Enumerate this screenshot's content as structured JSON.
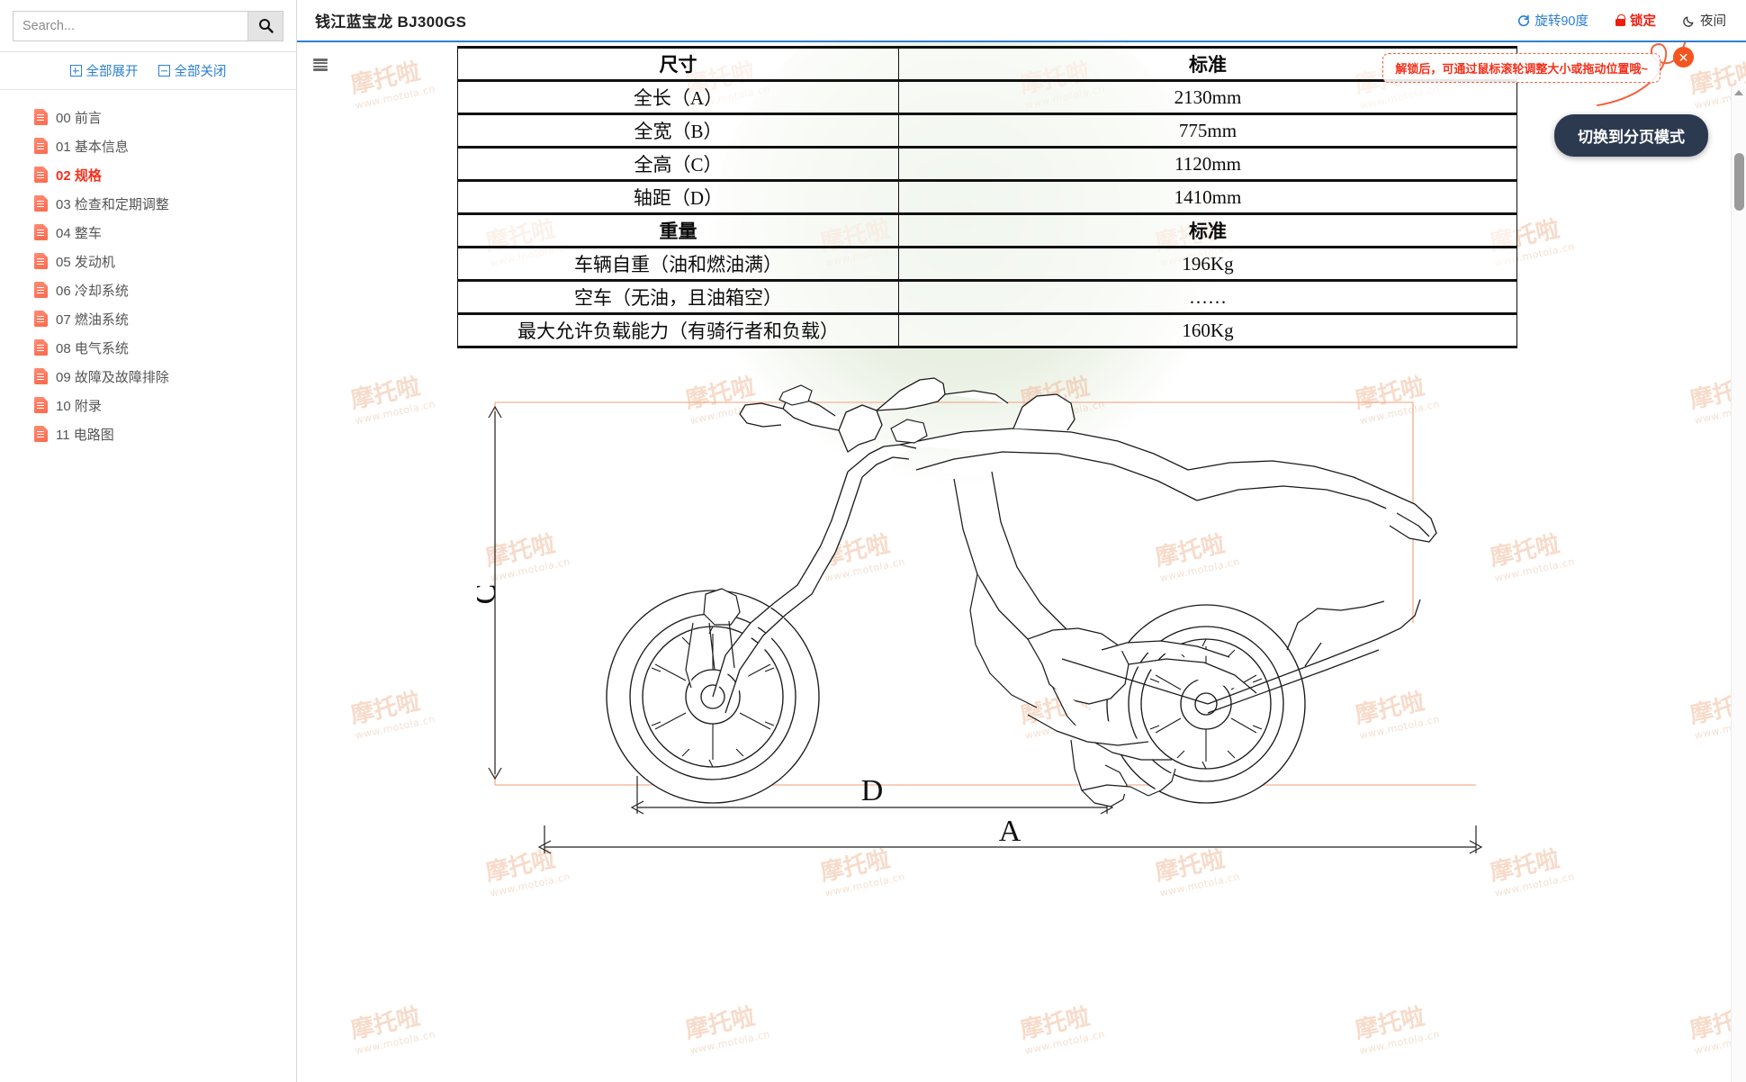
{
  "sidebar": {
    "search": {
      "placeholder": "Search...",
      "value": "",
      "icon": "search-icon"
    },
    "expand_all": {
      "label": "全部展开",
      "icon": "plus-box-icon"
    },
    "collapse_all": {
      "label": "全部关闭",
      "icon": "minus-box-icon"
    },
    "items": [
      {
        "label": "00 前言",
        "active": false
      },
      {
        "label": "01 基本信息",
        "active": false
      },
      {
        "label": "02 规格",
        "active": true
      },
      {
        "label": "03 检查和定期调整",
        "active": false
      },
      {
        "label": "04 整车",
        "active": false
      },
      {
        "label": "05 发动机",
        "active": false
      },
      {
        "label": "06 冷却系统",
        "active": false
      },
      {
        "label": "07 燃油系统",
        "active": false
      },
      {
        "label": "08 电气系统",
        "active": false
      },
      {
        "label": "09 故障及故障排除",
        "active": false
      },
      {
        "label": "10 附录",
        "active": false
      },
      {
        "label": "11 电路图",
        "active": false
      }
    ]
  },
  "header": {
    "title": "钱江蓝宝龙 BJ300GS",
    "actions": {
      "rotate": {
        "label": "旋转90度",
        "icon": "rotate-90-icon",
        "color": "#2a7fd4"
      },
      "lock": {
        "label": "锁定",
        "icon": "lock-icon",
        "color": "#f01c0e"
      },
      "night": {
        "label": "夜间",
        "icon": "moon-icon",
        "color": "#333333"
      }
    }
  },
  "viewer": {
    "menu_icon": "hamburger-menu-icon",
    "mode_button": {
      "label": "切换到分页模式"
    },
    "hint": {
      "text": "解锁后，可通过鼠标滚轮调整大小或拖动位置哦~",
      "close_label": "✕"
    },
    "watermark": {
      "text": "摩托啦",
      "url": "www.motola.cn"
    }
  },
  "document": {
    "spec_table": {
      "sections": [
        {
          "header": [
            "尺寸",
            "标准"
          ],
          "rows": [
            [
              "全长（A）",
              "2130mm"
            ],
            [
              "全宽（B）",
              "775mm"
            ],
            [
              "全高（C）",
              "1120mm"
            ],
            [
              "轴距（D）",
              "1410mm"
            ]
          ]
        },
        {
          "header": [
            "重量",
            "标准"
          ],
          "rows": [
            [
              "车辆自重（油和燃油满）",
              "196Kg"
            ],
            [
              "空车（无油，且油箱空）",
              "……"
            ],
            [
              "最大允许负载能力（有骑行者和负载）",
              "160Kg"
            ]
          ]
        }
      ]
    },
    "figure": {
      "name": "motorcycle-side-view-diagram",
      "dimension_labels": [
        "C",
        "D",
        "A"
      ]
    }
  }
}
